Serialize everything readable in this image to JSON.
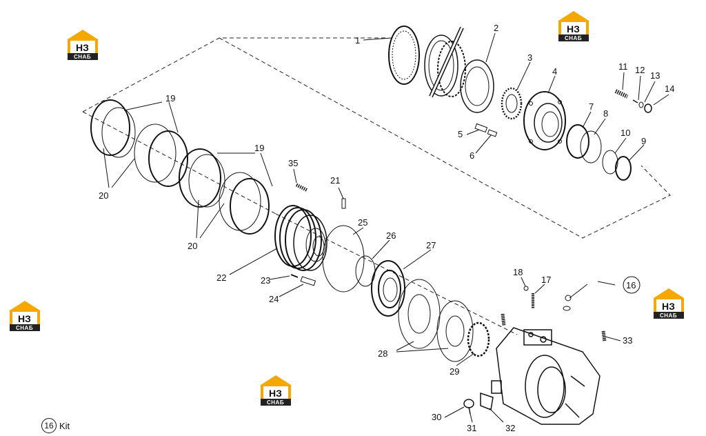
{
  "logo": {
    "top": "НЗ",
    "bottom": "СНАБ",
    "color": "#f5a800"
  },
  "callouts": {
    "c1": "1",
    "c2": "2",
    "c3": "3",
    "c4": "4",
    "c5": "5",
    "c6": "6",
    "c7": "7",
    "c8": "8",
    "c9": "9",
    "c10": "10",
    "c11": "11",
    "c12": "12",
    "c13": "13",
    "c14": "14",
    "c16": "16",
    "c17": "17",
    "c18": "18",
    "c19a": "19",
    "c19b": "19",
    "c20a": "20",
    "c20b": "20",
    "c21": "21",
    "c22": "22",
    "c23": "23",
    "c24": "24",
    "c25": "25",
    "c26": "26",
    "c27": "27",
    "c28": "28",
    "c29": "29",
    "c30": "30",
    "c31": "31",
    "c32": "32",
    "c33": "33",
    "c35": "35"
  },
  "legend": {
    "number": "16",
    "text": "Kit"
  }
}
